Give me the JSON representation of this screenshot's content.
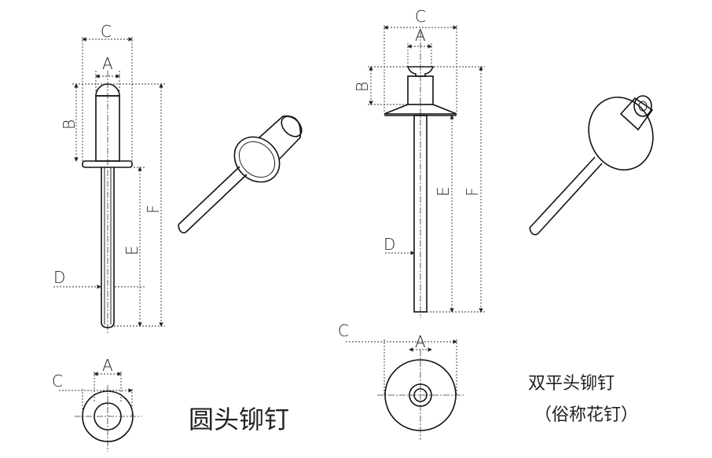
{
  "left_rivet": {
    "title": "圆头铆钉",
    "dims": {
      "c": "C",
      "a": "A",
      "b": "B",
      "f": "F",
      "e": "E",
      "d": "D",
      "c2": "C",
      "a2": "A"
    }
  },
  "right_rivet": {
    "title": "双平头铆钉",
    "subtitle": "（俗称花钉）",
    "dims": {
      "c": "C",
      "a": "A",
      "b": "B",
      "e": "E",
      "f": "F",
      "d": "D",
      "c2": "C",
      "a2": "A"
    }
  }
}
